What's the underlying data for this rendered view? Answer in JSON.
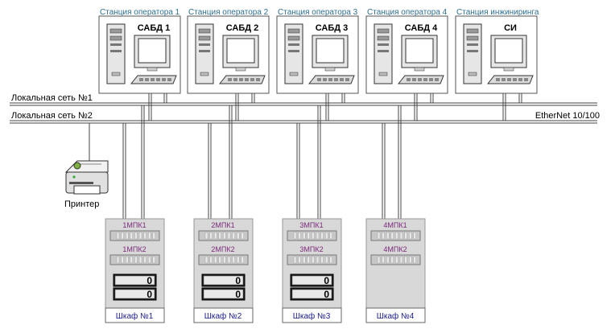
{
  "networks": {
    "lan1": "Локальная сеть №1",
    "lan2": "Локальная сеть №2",
    "ethernet": "EtherNet 10/100"
  },
  "stations": [
    {
      "title": "Станция оператора 1",
      "name": "САБД 1"
    },
    {
      "title": "Станция оператора 2",
      "name": "САБД 2"
    },
    {
      "title": "Станция оператора 3",
      "name": "САБД 3"
    },
    {
      "title": "Станция оператора 4",
      "name": "САБД 4"
    },
    {
      "title": "Станция инжиниринга",
      "name": "СИ"
    }
  ],
  "printer": {
    "label": "Принтер"
  },
  "cabinets": [
    {
      "name": "Шкаф №1",
      "module1": "1МПК1",
      "module2": "1МПК2",
      "counters": [
        "0",
        "0"
      ]
    },
    {
      "name": "Шкаф №2",
      "module1": "2МПК1",
      "module2": "2МПК2",
      "counters": [
        "0",
        "0"
      ]
    },
    {
      "name": "Шкаф №3",
      "module1": "3МПК1",
      "module2": "3МПК2",
      "counters": [
        "0",
        "0"
      ]
    },
    {
      "name": "Шкаф №4",
      "module1": "4МПК1",
      "module2": "4МПК2",
      "counters": []
    }
  ]
}
